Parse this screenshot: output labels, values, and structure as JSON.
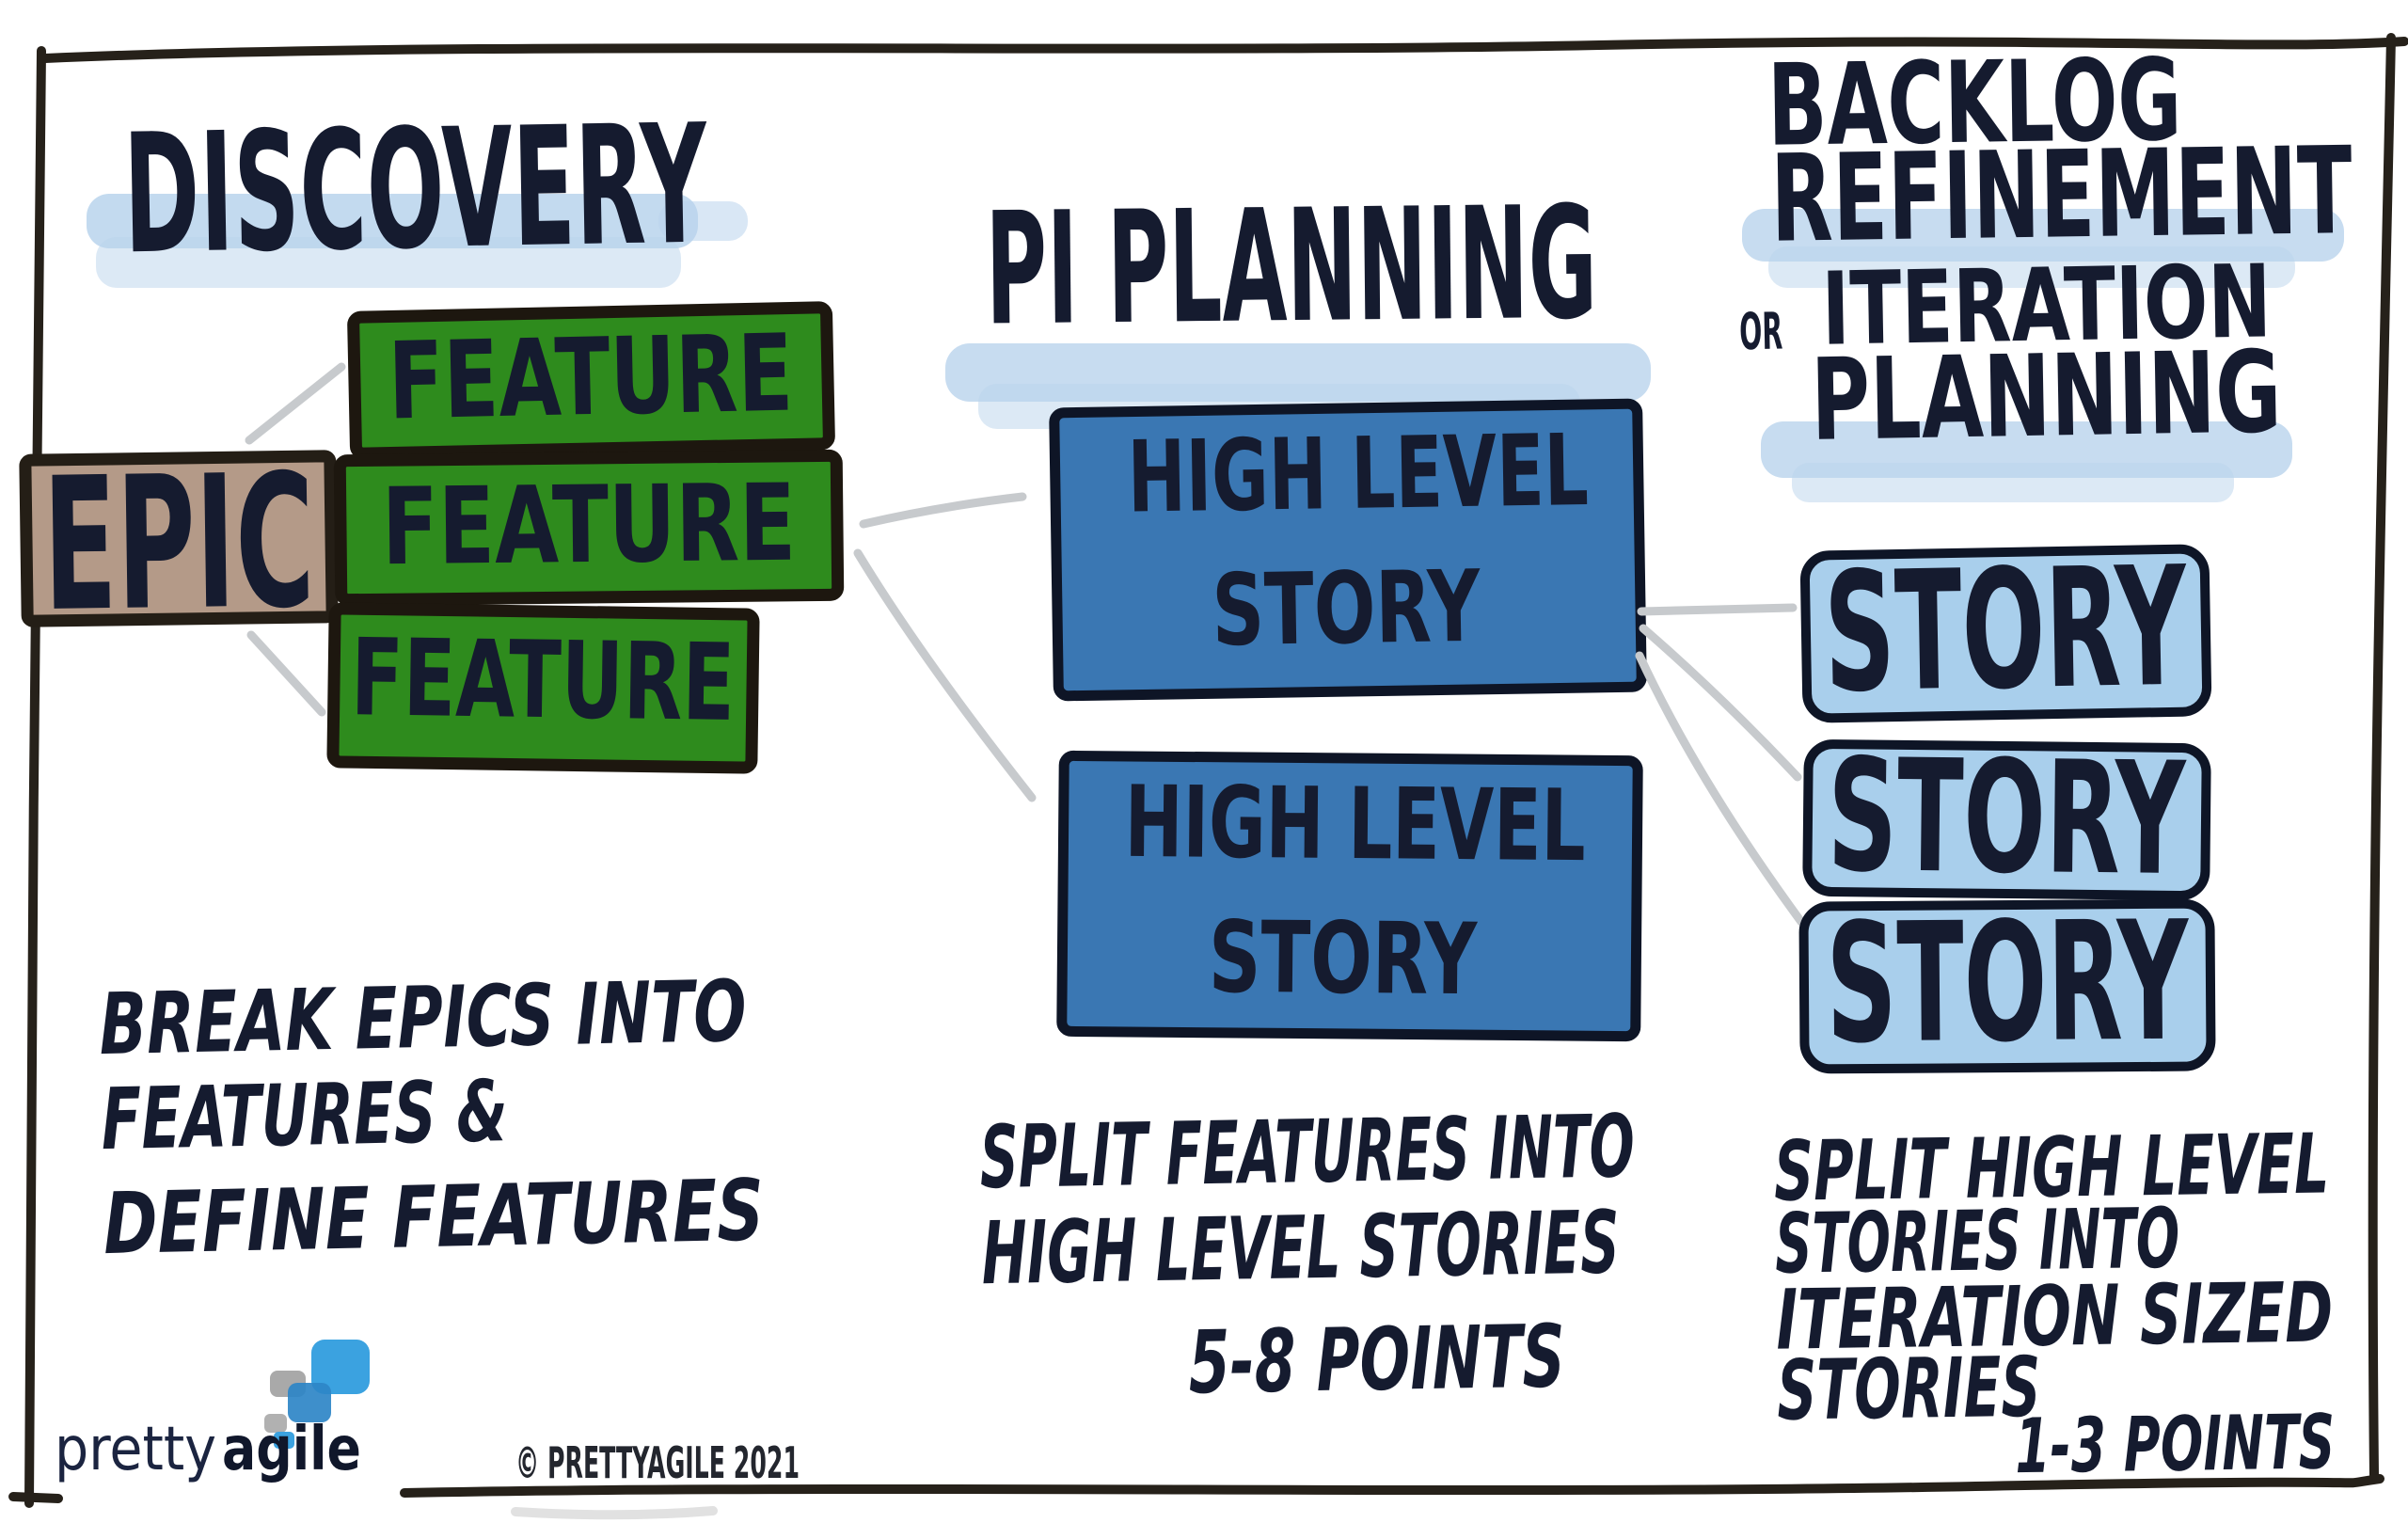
{
  "colors": {
    "ink": "#151b2f",
    "frame": "#26211a",
    "highlight_blue": "#b9d3ec",
    "epic_fill": "#b49a88",
    "epic_border": "#241e16",
    "feature_fill": "#2e8b1d",
    "feature_border": "#1d170f",
    "hls_fill": "#3a77b3",
    "hls_border": "#0e1526",
    "story_fill": "#a9cfec",
    "story_border": "#0e1526",
    "connector_gray": "#c7cacd",
    "logo_blue": "#3ba2e0",
    "logo_mid_blue": "#2e86c7",
    "logo_gray": "#a9a9a9",
    "logo_text_dark": "#1b2440"
  },
  "discovery": {
    "title": "DISCOVERY",
    "epic_label": "EPIC",
    "feature_labels": [
      "FEATURE",
      "FEATURE",
      "FEATURE"
    ],
    "note_lines": [
      "BREAK EPICS INTO",
      "FEATURES &",
      "DEFINE FEATURES"
    ]
  },
  "pi_planning": {
    "title": "PI PLANNING",
    "box_line1": "HIGH LEVEL",
    "box_line2": "STORY",
    "note_lines": [
      "SPLIT FEATURES INTO",
      "HIGH LEVEL STORIES"
    ],
    "points": "5-8 POINTS"
  },
  "backlog": {
    "title_lines": [
      "BACKLOG",
      "REFINEMENT"
    ],
    "or_label": "OR",
    "subtitle_lines": [
      "ITERATION",
      "PLANNING"
    ],
    "story_labels": [
      "STORY",
      "STORY",
      "STORY"
    ],
    "note_lines": [
      "SPLIT HIGH LEVEL",
      "STORIES INTO",
      "ITERATION SIZED",
      "STORIES"
    ],
    "points": "1-3 POINTS"
  },
  "footer": {
    "logo_pretty": "pretty",
    "logo_agile": "agile",
    "copyright": "© PRETTYAGILE 2021"
  }
}
